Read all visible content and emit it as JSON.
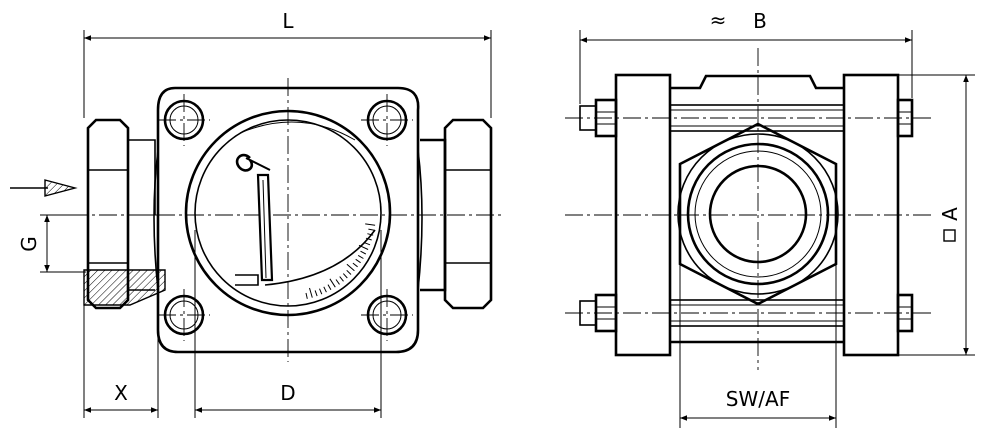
{
  "labels": {
    "L": "L",
    "B": "B",
    "approx": "≈",
    "G": "G",
    "A": "A",
    "X": "X",
    "D": "D",
    "SW_AF": "SW/AF"
  },
  "icons": {
    "flow_arrow": "flow-direction-arrow",
    "square_symbol": "square-symbol"
  }
}
